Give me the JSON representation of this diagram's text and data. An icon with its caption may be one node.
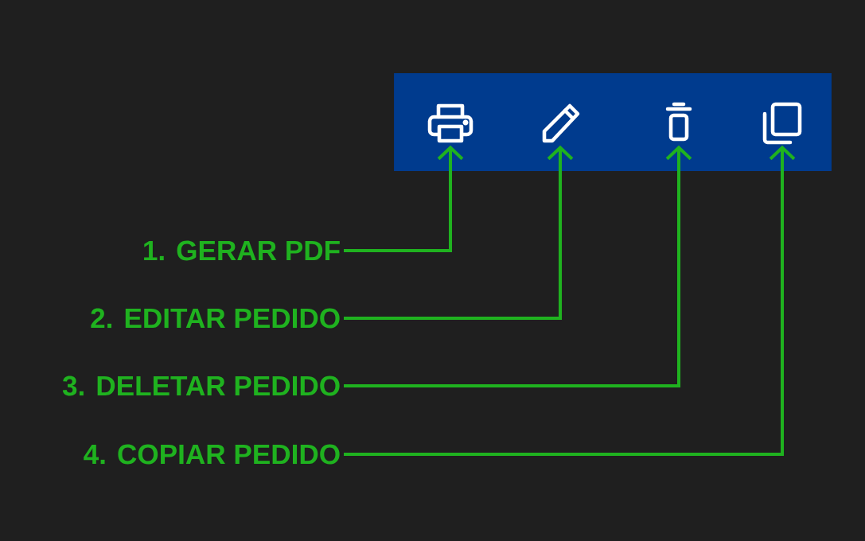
{
  "diagram": {
    "nodes": [
      {
        "text": [],
        "shape": "box"
      },
      {
        "text": [],
        "shape": "picture",
        "in": 0
      },
      {
        "text": [],
        "shape": "picture",
        "in": 0
      },
      {
        "text": [],
        "shape": "picture",
        "in": 0
      },
      {
        "text": [],
        "shape": "picture",
        "in": 0
      },
      {
        "text": [
          "1. GERAR PDF"
        ]
      },
      {
        "text": [
          "2. EDITAR PEDIDO"
        ]
      },
      {
        "text": [
          "3. DELETAR PEDIDO"
        ]
      },
      {
        "text": [
          "4. COPIAR PEDIDO"
        ]
      }
    ],
    "edges": [
      {
        "from": 5,
        "to": 1,
        "arrow": "to"
      },
      {
        "from": 6,
        "to": 2,
        "arrow": "to"
      },
      {
        "from": 7,
        "to": 3,
        "arrow": "to"
      },
      {
        "from": 8,
        "to": 4,
        "arrow": "to"
      }
    ]
  }
}
